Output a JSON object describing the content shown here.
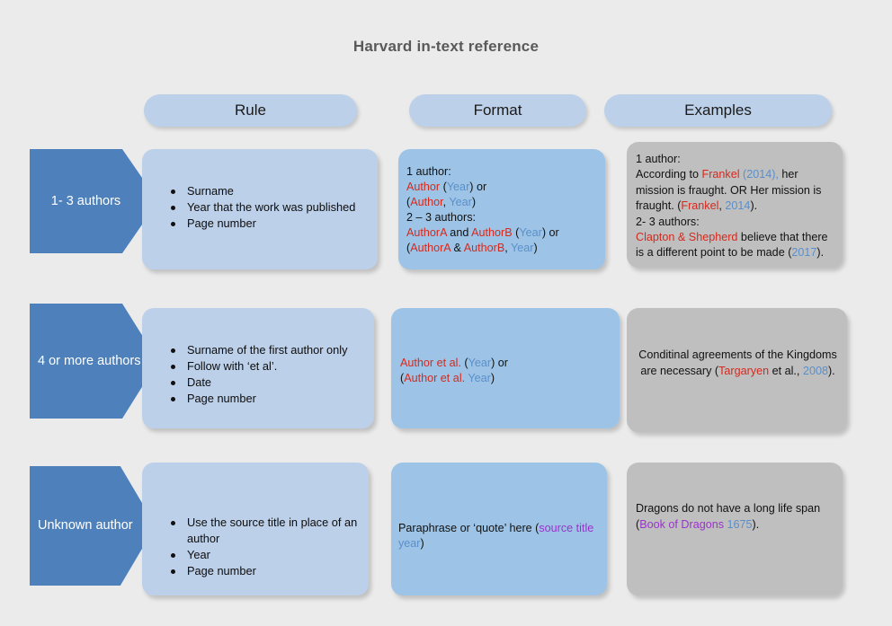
{
  "title": "Harvard in-text reference",
  "colors": {
    "background": "#EBEBEB",
    "arrow_blue": "#4E81BC",
    "rule_blue": "#BDD0E9",
    "format_blue": "#9DC4E6",
    "example_gray": "#BFBFBF",
    "author_red": "#D42A1E",
    "year_blue": "#5B8FC9",
    "source_purple": "#9933CC",
    "title_gray": "#595959"
  },
  "headers": {
    "rule": "Rule",
    "format": "Format",
    "examples": "Examples"
  },
  "rows": [
    {
      "arrow_label": "1- 3  authors",
      "rule_bullets": [
        "Surname",
        "Year that the work was published",
        "Page number"
      ],
      "format_lines": [
        [
          {
            "t": "1 author:",
            "c": "plain"
          }
        ],
        [
          {
            "t": "Author",
            "c": "author"
          },
          {
            "t": " (",
            "c": "plain"
          },
          {
            "t": "Year",
            "c": "year"
          },
          {
            "t": ") or",
            "c": "plain"
          }
        ],
        [
          {
            "t": "(",
            "c": "plain"
          },
          {
            "t": "Author",
            "c": "author"
          },
          {
            "t": ", ",
            "c": "plain"
          },
          {
            "t": "Year",
            "c": "year"
          },
          {
            "t": ")",
            "c": "plain"
          }
        ],
        [
          {
            "t": "2 – 3 authors:",
            "c": "plain"
          }
        ],
        [
          {
            "t": "AuthorA",
            "c": "author"
          },
          {
            "t": " and ",
            "c": "plain"
          },
          {
            "t": "AuthorB",
            "c": "author"
          },
          {
            "t": " (",
            "c": "plain"
          },
          {
            "t": "Year",
            "c": "year"
          },
          {
            "t": ") or",
            "c": "plain"
          }
        ],
        [
          {
            "t": "(",
            "c": "plain"
          },
          {
            "t": "AuthorA",
            "c": "author"
          },
          {
            "t": " & ",
            "c": "plain"
          },
          {
            "t": "AuthorB",
            "c": "author"
          },
          {
            "t": ", ",
            "c": "plain"
          },
          {
            "t": "Year",
            "c": "year"
          },
          {
            "t": ")",
            "c": "plain"
          }
        ]
      ],
      "example_runs": [
        {
          "t": "1 author:\n",
          "c": "plain"
        },
        {
          "t": "According to ",
          "c": "plain"
        },
        {
          "t": "Frankel",
          "c": "author"
        },
        {
          "t": " ",
          "c": "plain"
        },
        {
          "t": "(2014),",
          "c": "year"
        },
        {
          "t": " her mission is fraught. OR Her mission is fraught. (",
          "c": "plain"
        },
        {
          "t": "Frankel",
          "c": "author"
        },
        {
          "t": ", ",
          "c": "plain"
        },
        {
          "t": "2014",
          "c": "year"
        },
        {
          "t": ").\n",
          "c": "plain"
        },
        {
          "t": "2- 3 authors:\n",
          "c": "plain"
        },
        {
          "t": "Clapton & Shepherd",
          "c": "author"
        },
        {
          "t": " believe that there is a different point to be made (",
          "c": "plain"
        },
        {
          "t": "2017",
          "c": "year"
        },
        {
          "t": ").",
          "c": "plain"
        }
      ]
    },
    {
      "arrow_label": "4 or more authors",
      "rule_bullets": [
        "Surname of the first author only",
        "Follow with ‘et al’.",
        "Date",
        "Page number"
      ],
      "format_lines": [
        [
          {
            "t": "Author et al.",
            "c": "author"
          },
          {
            "t": " (",
            "c": "plain"
          },
          {
            "t": "Year",
            "c": "year"
          },
          {
            "t": ") or",
            "c": "plain"
          }
        ],
        [
          {
            "t": "(",
            "c": "plain"
          },
          {
            "t": "Author et al.",
            "c": "author"
          },
          {
            "t": " ",
            "c": "plain"
          },
          {
            "t": "Year",
            "c": "year"
          },
          {
            "t": ")",
            "c": "plain"
          }
        ]
      ],
      "example_runs": [
        {
          "t": "Conditinal agreements of the Kingdoms are necessary (",
          "c": "plain"
        },
        {
          "t": "Targaryen",
          "c": "author"
        },
        {
          "t": " et al., ",
          "c": "plain"
        },
        {
          "t": "2008",
          "c": "year"
        },
        {
          "t": ").",
          "c": "plain"
        }
      ]
    },
    {
      "arrow_label": "Unknown author",
      "rule_bullets": [
        "Use the source title in place of an author",
        "Year",
        "Page number"
      ],
      "format_lines": [
        [
          {
            "t": "Paraphrase or ‘quote’ here (",
            "c": "plain"
          },
          {
            "t": "source title",
            "c": "source"
          },
          {
            "t": " ",
            "c": "plain"
          },
          {
            "t": "year",
            "c": "year"
          },
          {
            "t": ")",
            "c": "plain"
          }
        ]
      ],
      "example_runs": [
        {
          "t": "Dragons do not have a long life span\n(",
          "c": "plain"
        },
        {
          "t": "Book of Dragons",
          "c": "source"
        },
        {
          "t": " ",
          "c": "plain"
        },
        {
          "t": "1675",
          "c": "year"
        },
        {
          "t": ").",
          "c": "plain"
        }
      ]
    }
  ]
}
